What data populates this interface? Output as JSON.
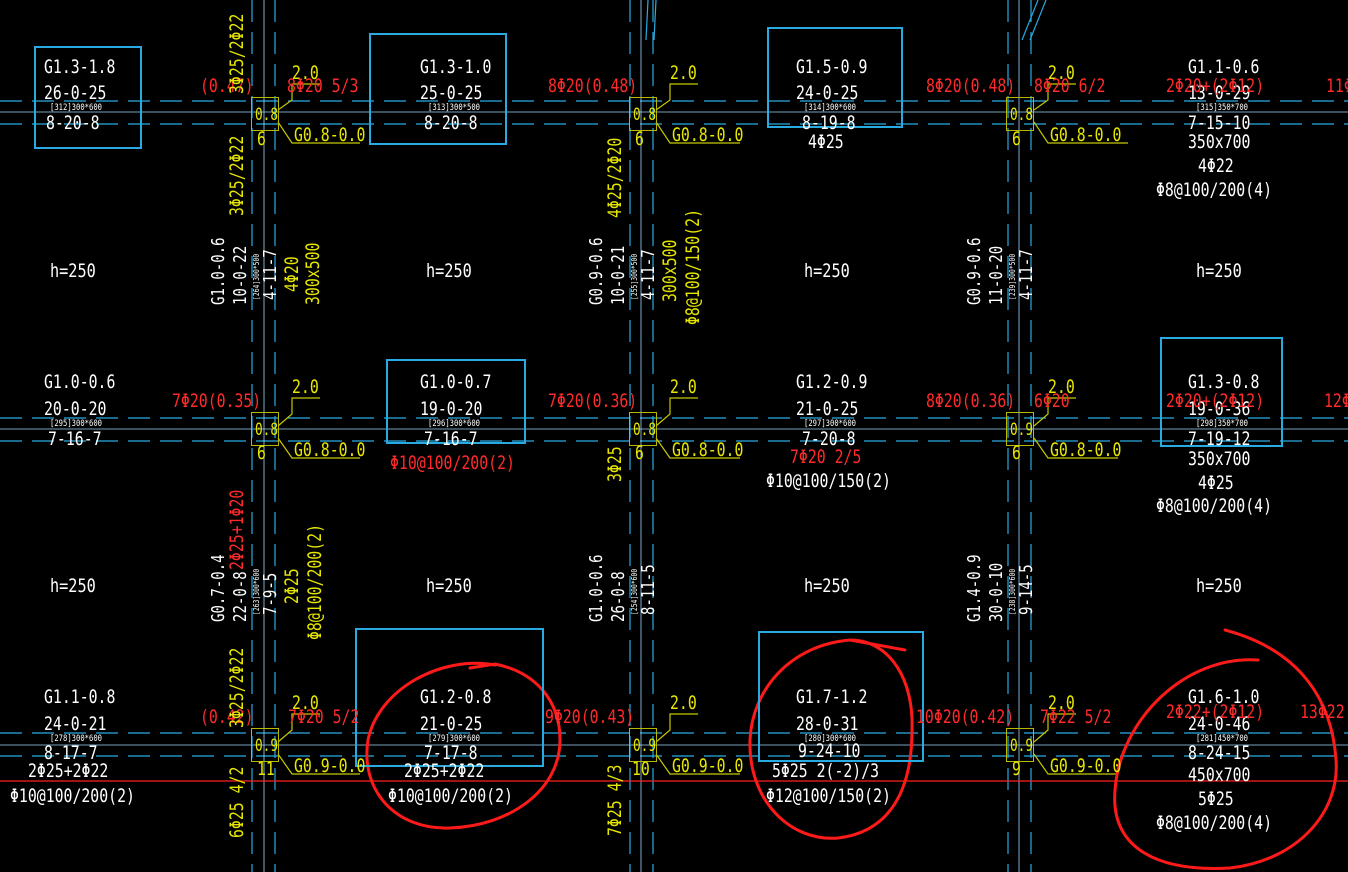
{
  "canvas": {
    "background": "#000000",
    "beam_color": "#29abe2",
    "text_white": "#ffffff",
    "text_yellow": "#e6e600",
    "text_red": "#ff2a2a",
    "markup_color": "#ff1a1a"
  },
  "beams": {
    "b1": {
      "l1": "G1.3-1.8",
      "l2": "26-0-25",
      "tag": "[312]300*600",
      "l3": "8-20-8"
    },
    "b2": {
      "l1": "G1.3-1.0",
      "l2": "25-0-25",
      "tag": "[313]300*500",
      "l3": "8-20-8"
    },
    "b3": {
      "l1": "G1.5-0.9",
      "l2": "24-0-25",
      "tag": "[314]300*600",
      "l3": "8-19-8",
      "l4": "4Φ25"
    },
    "b4": {
      "l1": "G1.1-0.6",
      "l2": "13-0-29",
      "tag": "[315]350*700",
      "l3": "7-15-10",
      "l4": "350x700",
      "l5": "4Φ22",
      "l6": "Φ8@100/200(4)"
    },
    "b5": {
      "l1": "G1.0-0.6",
      "l2": "20-0-20",
      "tag": "[295]300*600",
      "l3": "7-16-7"
    },
    "b6": {
      "l1": "G1.0-0.7",
      "l2": "19-0-20",
      "tag": "[296]300*600",
      "l3": "7-16-7",
      "l4": "Φ10@100/200(2)"
    },
    "b7": {
      "l1": "G1.2-0.9",
      "l2": "21-0-25",
      "tag": "[297]300*600",
      "l3": "7-20-8",
      "l4": "7Φ20  2/5",
      "l5": "Φ10@100/150(2)"
    },
    "b8": {
      "l1": "G1.3-0.8",
      "l2": "19-0-36",
      "tag": "[298]350*700",
      "l3": "7-19-12",
      "l4": "350x700",
      "l5": "4Φ25",
      "l6": "Φ8@100/200(4)"
    },
    "b9": {
      "l1": "G1.1-0.8",
      "l2": "24-0-21",
      "tag": "[278]300*600",
      "l3": "8-17-7",
      "l4": "2Φ25+2Φ22",
      "l5": "Φ10@100/200(2)"
    },
    "b10": {
      "l1": "G1.2-0.8",
      "l2": "21-0-25",
      "tag": "[279]300*600",
      "l3": "7-17-8",
      "l4": "2Φ25+2Φ22",
      "l5": "Φ10@100/200(2)"
    },
    "b11": {
      "l1": "G1.7-1.2",
      "l2": "28-0-31",
      "tag": "[280]300*600",
      "l3": "9-24-10",
      "l4": "5Φ25  2(-2)/3",
      "l5": "Φ12@100/150(2)"
    },
    "b12": {
      "l1": "G1.6-1.0",
      "l2": "24-0-46",
      "tag": "[281]450*700",
      "l3": "8-24-15",
      "l4": "450x700",
      "l5": "5Φ25",
      "l6": "Φ8@100/200(4)"
    }
  },
  "slabs": {
    "h": "h=250"
  },
  "columns": {
    "c1": "0.8",
    "c2": "0.8",
    "c3": "0.8",
    "c4": "0.8",
    "c5": "0.8",
    "c6": "0.9",
    "c7": "0.9",
    "c8": "0.9",
    "c9": "0.9"
  },
  "column_side": {
    "top": "2.0",
    "num6": "6",
    "num11": "11",
    "num10": "10",
    "num9": "9",
    "g08": "G0.8-0.0",
    "g09": "G0.9-0.0",
    "g09b": "G0.9-0.0"
  },
  "red_notes": {
    "r1": "(0.47)",
    "r2": "8Φ20  5/3",
    "r3": "8Φ20(0.48)",
    "r4": "8Φ20(0.48)",
    "r5": "8Φ20  6/2",
    "r6": "2Φ20+(2Φ12)",
    "r7": "11Φ",
    "r8": "7Φ20(0.35)",
    "r9": "7Φ20(0.36)",
    "r10": "8Φ20(0.36)",
    "r11": "6Φ20",
    "r12": "2Φ20+(2Φ12)",
    "r13": "12Φ",
    "r14": "(0.42)",
    "r15": "7Φ20  5/2",
    "r16": "9Φ20(0.43)",
    "r17": "10Φ20(0.42)",
    "r18": "7Φ22  5/2",
    "r19": "2Φ22+(2Φ12)",
    "r20": "13Φ22",
    "rv1": "2Φ25+1Φ20"
  },
  "vert_beams": {
    "v1": {
      "a": "G1.0-0.6",
      "b": "10-0-22",
      "tag": "[264]300*500",
      "c": "4-11-7",
      "d": "4Φ20",
      "e": "300x500"
    },
    "v2": {
      "a": "G0.9-0.6",
      "b": "10-0-21",
      "tag": "[255]300*500",
      "c": "4-11-7",
      "d": "300x500",
      "e": "Φ8@100/150(2)"
    },
    "v3": {
      "a": "G0.9-0.6",
      "b": "11-0-20",
      "tag": "[239]300*500",
      "c": "4-11-7"
    },
    "v4": {
      "a": "G0.7-0.4",
      "b": "22-0-8",
      "tag": "[263]300*600",
      "c": "7-9-5",
      "d": "2Φ25",
      "e": "Φ8@100/200(2)"
    },
    "v5": {
      "a": "G1.0-0.6",
      "b": "26-0-8",
      "tag": "[254]300*600",
      "c": "8-11-5"
    },
    "v6": {
      "a": "G1.4-0.9",
      "b": "30-0-10",
      "tag": "[238]300*600",
      "c": "9-14-5"
    }
  },
  "yellow_vert": {
    "y1": "3Φ25/2Φ22",
    "y2": "3Φ25/2Φ22",
    "y3": "4Φ25/2Φ20",
    "y4": "3Φ25",
    "y5": "6Φ25  4/2",
    "y6": "7Φ25  4/3",
    "y7": "3Φ25/2Φ22"
  }
}
